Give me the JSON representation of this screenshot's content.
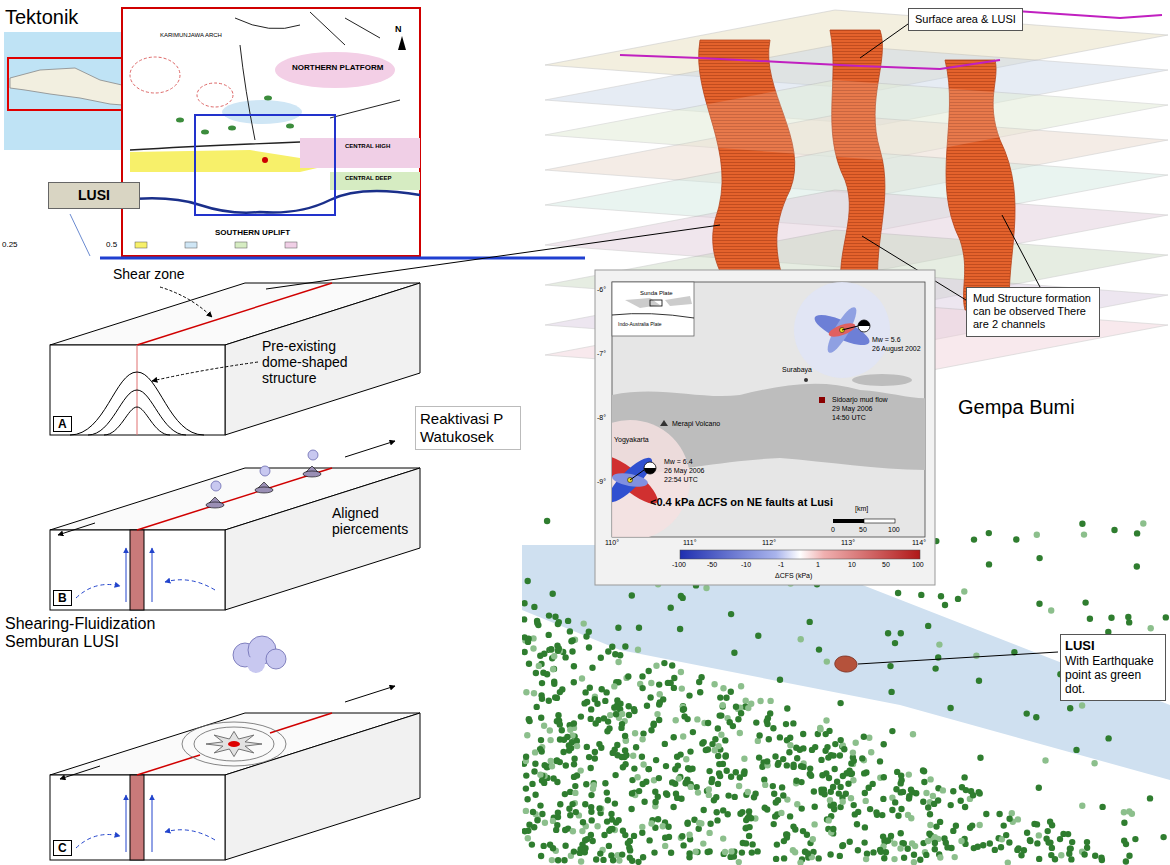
{
  "diagram": {
    "nodes": [
      {
        "text": [
          "LUSI"
        ]
      },
      {
        "text": [
          "Surface area & LUSI"
        ]
      },
      {
        "text": [
          "Mud Structure formation can be observed There are 2 channels"
        ]
      },
      {
        "text": [
          "A"
        ]
      },
      {
        "text": [
          "Reaktivasi P Watukosek"
        ]
      },
      {
        "text": [
          "B"
        ]
      },
      {
        "text": [
          "C"
        ]
      },
      {
        "text": [
          "LUSI",
          "With Earthquake point as green dot."
        ]
      }
    ],
    "labels": [
      "Tektonik",
      "KARIMUNJAWA ARCH",
      "N",
      "NORTHERN PLATFORM",
      "CENTRAL HIGH",
      "CENTRAL DEEP",
      "SOUTHERN UPLIFT",
      "0.25",
      "0.5",
      "Shear zone",
      "Pre-existing dome-shaped structure",
      "Aligned piercements",
      "Shearing-Fluidization Semburan LUSI",
      "Gempa Bumi",
      "Sunda Plate",
      "Indo-Australia Plate",
      "Mw = 5.6",
      "26 August 2002",
      "Surabaya",
      "Sidoarjo mud flow",
      "29 May 2006",
      "14:50 UTC",
      "Merapi Volcano",
      "Yogyakarta",
      "Mw = 6.4",
      "26 May 2006",
      "22:54 UTC",
      "<0.4 kPa ΔCFS on NE faults at Lusi",
      "[km]",
      "0",
      "50",
      "100",
      "110°",
      "111°",
      "112°",
      "113°",
      "114°",
      "-6°",
      "-7°",
      "-8°",
      "-9°",
      "-100",
      "-50",
      "-10",
      "-1",
      "1",
      "10",
      "50",
      "100",
      "ΔCFS (kPa)"
    ]
  }
}
